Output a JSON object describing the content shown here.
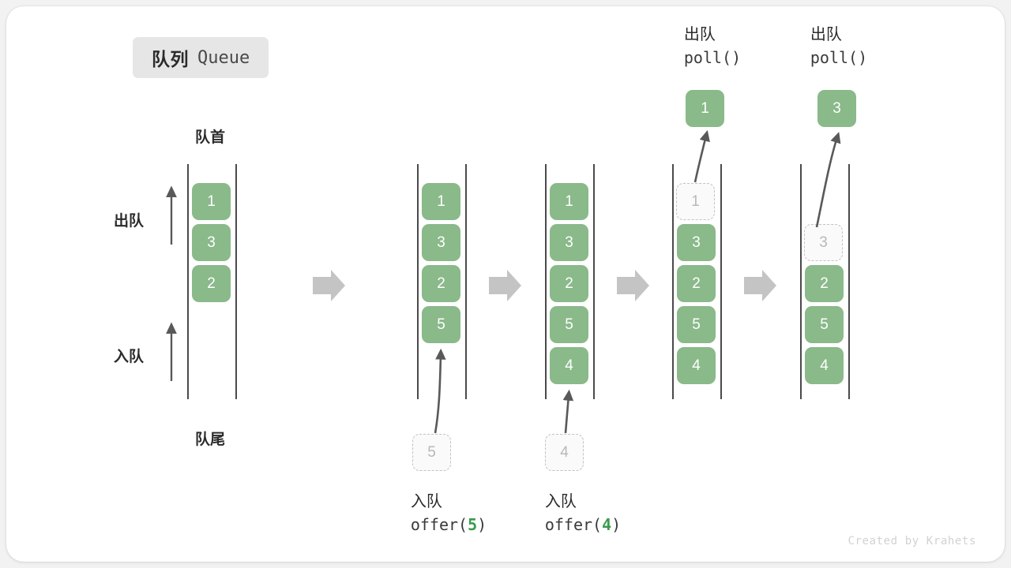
{
  "title": {
    "cn": "队列",
    "en": "Queue"
  },
  "watermark": "Created by Krahets",
  "axis_labels": {
    "front": "队首",
    "rear": "队尾",
    "dequeue": "出队",
    "enqueue": "入队"
  },
  "stages": [
    {
      "id": "stage-initial",
      "cells": [
        "1",
        "3",
        "2"
      ],
      "ghost_top": null,
      "ghost_bottom": null,
      "popped": null,
      "op_cn": null,
      "op_code_prefix": null,
      "op_code_num": null,
      "op_code_suffix": null
    },
    {
      "id": "stage-offer-5",
      "cells": [
        "1",
        "3",
        "2",
        "5"
      ],
      "ghost_top": null,
      "ghost_bottom": "5",
      "popped": null,
      "op_cn": "入队",
      "op_code_prefix": "offer(",
      "op_code_num": "5",
      "op_code_suffix": ")"
    },
    {
      "id": "stage-offer-4",
      "cells": [
        "1",
        "3",
        "2",
        "5",
        "4"
      ],
      "ghost_top": null,
      "ghost_bottom": "4",
      "popped": null,
      "op_cn": "入队",
      "op_code_prefix": "offer(",
      "op_code_num": "4",
      "op_code_suffix": ")"
    },
    {
      "id": "stage-poll-1",
      "cells": [
        "3",
        "2",
        "5",
        "4"
      ],
      "ghost_top": "1",
      "ghost_bottom": null,
      "popped": "1",
      "op_cn": "出队",
      "op_code_prefix": "poll()",
      "op_code_num": "",
      "op_code_suffix": ""
    },
    {
      "id": "stage-poll-3",
      "cells": [
        "2",
        "5",
        "4"
      ],
      "ghost_top": "3",
      "ghost_bottom": null,
      "popped": "3",
      "op_cn": "出队",
      "op_code_prefix": "poll()",
      "op_code_num": "",
      "op_code_suffix": ""
    }
  ],
  "colors": {
    "cell_fill": "#8ab98a",
    "cell_text": "#ffffff",
    "ghost_border": "#c2c2c2",
    "ghost_text": "#b8b8b8",
    "rail": "#4a4a4a",
    "transition_arrow": "#c4c4c4",
    "accent_green": "#3a9b4e",
    "badge_bg": "#e6e6e6",
    "card_bg": "#ffffff",
    "page_bg": "#f2f2f2"
  }
}
